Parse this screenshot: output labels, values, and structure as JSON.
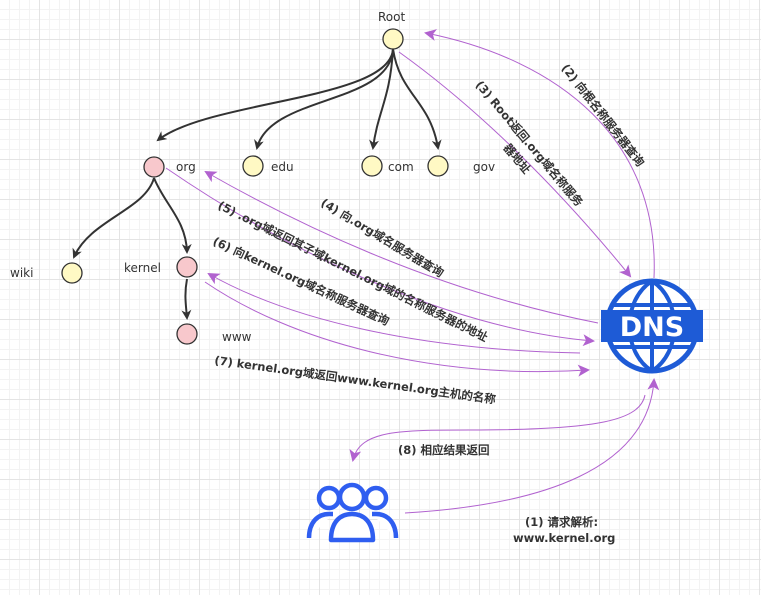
{
  "tree": {
    "root": "Root",
    "tld": [
      "org",
      "edu",
      "com",
      "gov"
    ],
    "second_level": [
      "wiki",
      "kernel"
    ],
    "host": "www"
  },
  "steps": {
    "s1_line1": "(1) 请求解析:",
    "s1_line2": "www.kernel.org",
    "s2": "(2) 向根名称服务器查询",
    "s3_line1": "(3) Root返回.org域名称服务",
    "s3_line2": "器地址",
    "s4": "(4) 向.org域名服务器查询",
    "s5": "(5) .org域返回其子域kernel.org域的名称服务器的地址",
    "s6": "(6) 向kernel.org域名称服务器查询",
    "s7": "(7) kernel.org域返回www.kernel.org主机的名称",
    "s8": "(8) 相应结果返回"
  },
  "dns_icon": "dns-globe-icon",
  "user_icon": "users-group-icon",
  "colors": {
    "root_node": "#fff9c4",
    "pink_node": "#f8c8cc",
    "flow_arrow": "#b162cf",
    "dns_blue": "#1e5bd6",
    "user_blue": "#2f5ef0"
  }
}
